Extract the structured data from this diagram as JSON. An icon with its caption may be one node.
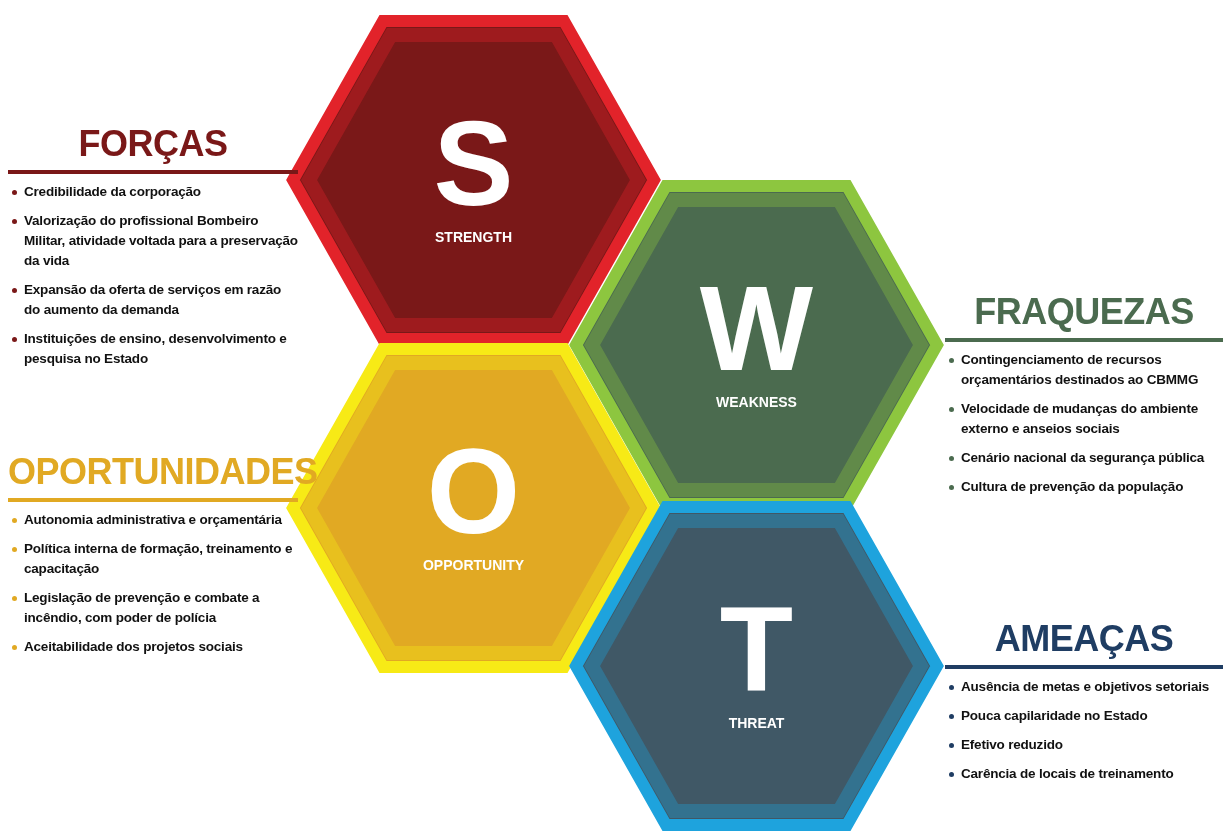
{
  "diagram": {
    "nodes": [
      {
        "text": [
          "S",
          "STRENGTH"
        ]
      },
      {
        "text": [
          "W",
          "WEAKNESS"
        ]
      },
      {
        "text": [
          "O",
          "OPPORTUNITY"
        ]
      },
      {
        "text": [
          "T",
          "THREAT"
        ]
      }
    ],
    "labels": [
      "FORÇAS",
      "Credibilidade da corporação",
      "Valorização do profissional Bombeiro Militar, atividade voltada para a preservação da vida",
      "Expansão da oferta de serviços em razão do aumento da demanda",
      "Instituições de ensino, desenvolvimento e pesquisa no Estado",
      "FRAQUEZAS",
      "Contingenciamento de recursos orçamentários destinados ao CBMMG",
      "Velocidade de mudanças do ambiente externo e anseios sociais",
      "Cenário nacional da segurança pública",
      "Cultura de prevenção da população",
      "OPORTUNIDADES",
      "Autonomia administrativa e orçamentária",
      "Política interna de formação, treinamento e capacitação",
      "Legislação de prevenção e combate a incêndio, com poder de polícia",
      "Aceitabilidade dos projetos sociais",
      "AMEAÇAS",
      "Ausência de metas e objetivos setoriais",
      "Pouca capilaridade no Estado",
      "Efetivo reduzido",
      "Carência de locais de treinamento"
    ]
  }
}
